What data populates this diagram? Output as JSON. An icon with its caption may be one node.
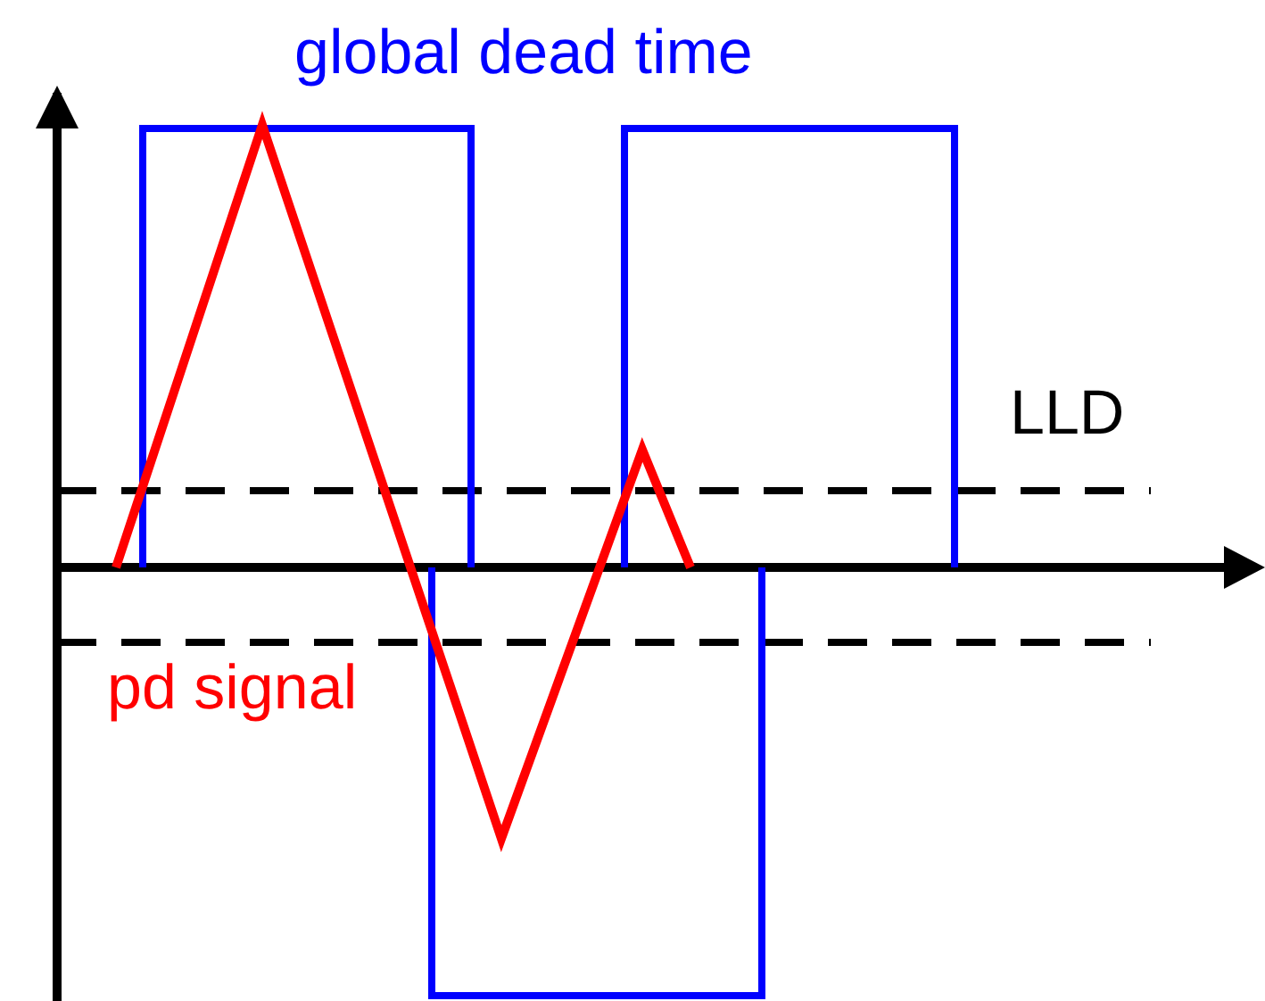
{
  "diagram": {
    "labels": [
      "global dead time",
      "LLD",
      "pd signal"
    ]
  }
}
